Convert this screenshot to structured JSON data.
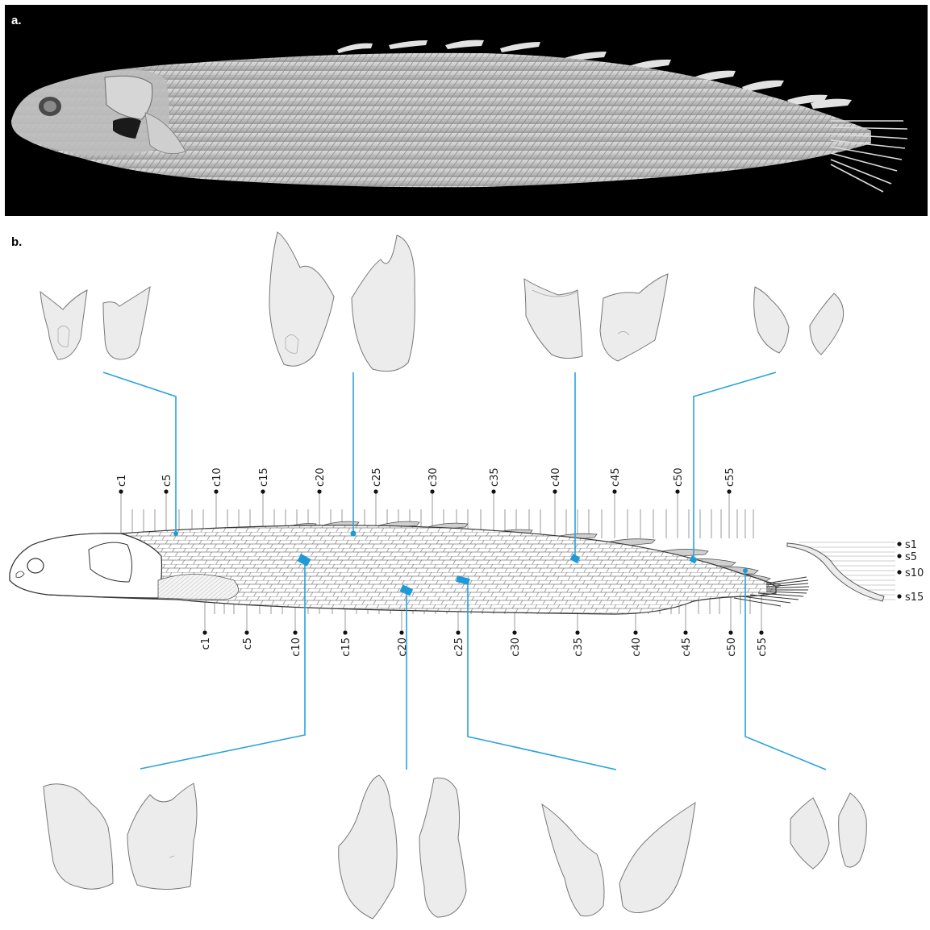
{
  "panels": {
    "a": {
      "label": "a."
    },
    "b": {
      "label": "b."
    }
  },
  "column_labels_top": [
    "c1",
    "c5",
    "c10",
    "c15",
    "c20",
    "c25",
    "c30",
    "c35",
    "c40",
    "c45",
    "c50",
    "c55"
  ],
  "column_labels_bottom": [
    "c1",
    "c5",
    "c10",
    "c15",
    "c20",
    "c25",
    "c30",
    "c35",
    "c40",
    "c45",
    "c50",
    "c55"
  ],
  "series_labels_tail": [
    "s1",
    "s5",
    "s10",
    "s15"
  ],
  "colors": {
    "background_panel_a": "#000000",
    "leader_line": "#2aa3dc",
    "marker": "#1e9ad6",
    "scale_fill": "#e6e6e6",
    "scale_outline": "#888888"
  }
}
